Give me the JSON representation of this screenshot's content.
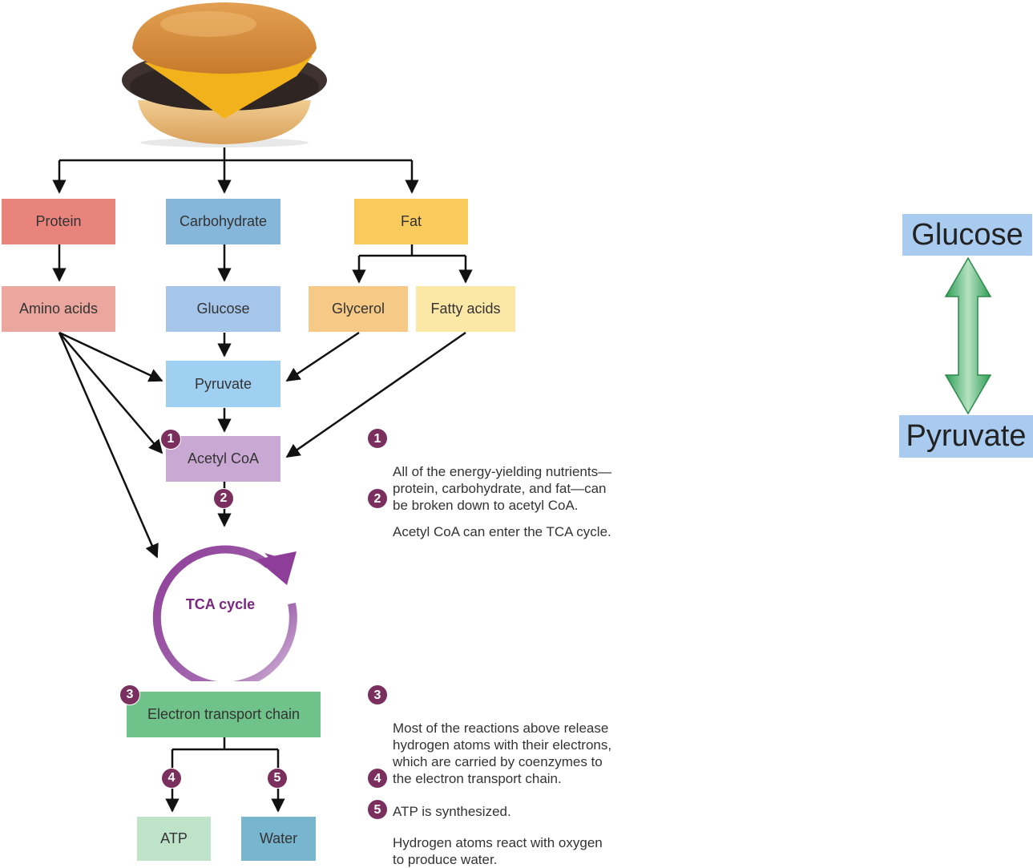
{
  "diagram": {
    "nutrients": {
      "protein": "Protein",
      "carbohydrate": "Carbohydrate",
      "fat": "Fat"
    },
    "intermediates": {
      "amino_acids": "Amino acids",
      "glucose": "Glucose",
      "glycerol": "Glycerol",
      "fatty_acids": "Fatty acids",
      "pyruvate": "Pyruvate",
      "acetyl_coa": "Acetyl CoA",
      "tca_cycle": "TCA cycle",
      "electron_transport_chain": "Electron transport chain",
      "atp": "ATP",
      "water": "Water"
    },
    "step_numbers": [
      "1",
      "2",
      "3",
      "4",
      "5"
    ],
    "notes": [
      {
        "num": "1",
        "text": "All of the energy-yielding nutrients—\nprotein, carbohydrate, and fat—can\nbe broken down to acetyl CoA."
      },
      {
        "num": "2",
        "text": "Acetyl CoA can enter the TCA cycle."
      },
      {
        "num": "3",
        "text": "Most of the reactions above release\nhydrogen atoms with their electrons,\nwhich are carried by coenzymes to\nthe electron transport chain."
      },
      {
        "num": "4",
        "text": "ATP is synthesized."
      },
      {
        "num": "5",
        "text": "Hydrogen atoms react with oxygen\nto produce water."
      }
    ]
  },
  "side_panel": {
    "top": "Glucose",
    "bottom": "Pyruvate"
  },
  "colors": {
    "protein": "#e8847c",
    "amino_acids": "#eba79e",
    "carbohydrate": "#86b6d9",
    "glucose": "#a5c6ea",
    "pyruvate": "#9fd0f2",
    "fat": "#f8cb5c",
    "glycerol": "#f6c987",
    "fatty_acids": "#fbe7a6",
    "acetyl_coa": "#c9a8d3",
    "tca": "#8e3d98",
    "etc": "#6fc38a",
    "atp": "#bfe3c9",
    "water": "#78b5cf",
    "side_box": "#a9cbef",
    "side_arrow": "#2e9e56"
  }
}
